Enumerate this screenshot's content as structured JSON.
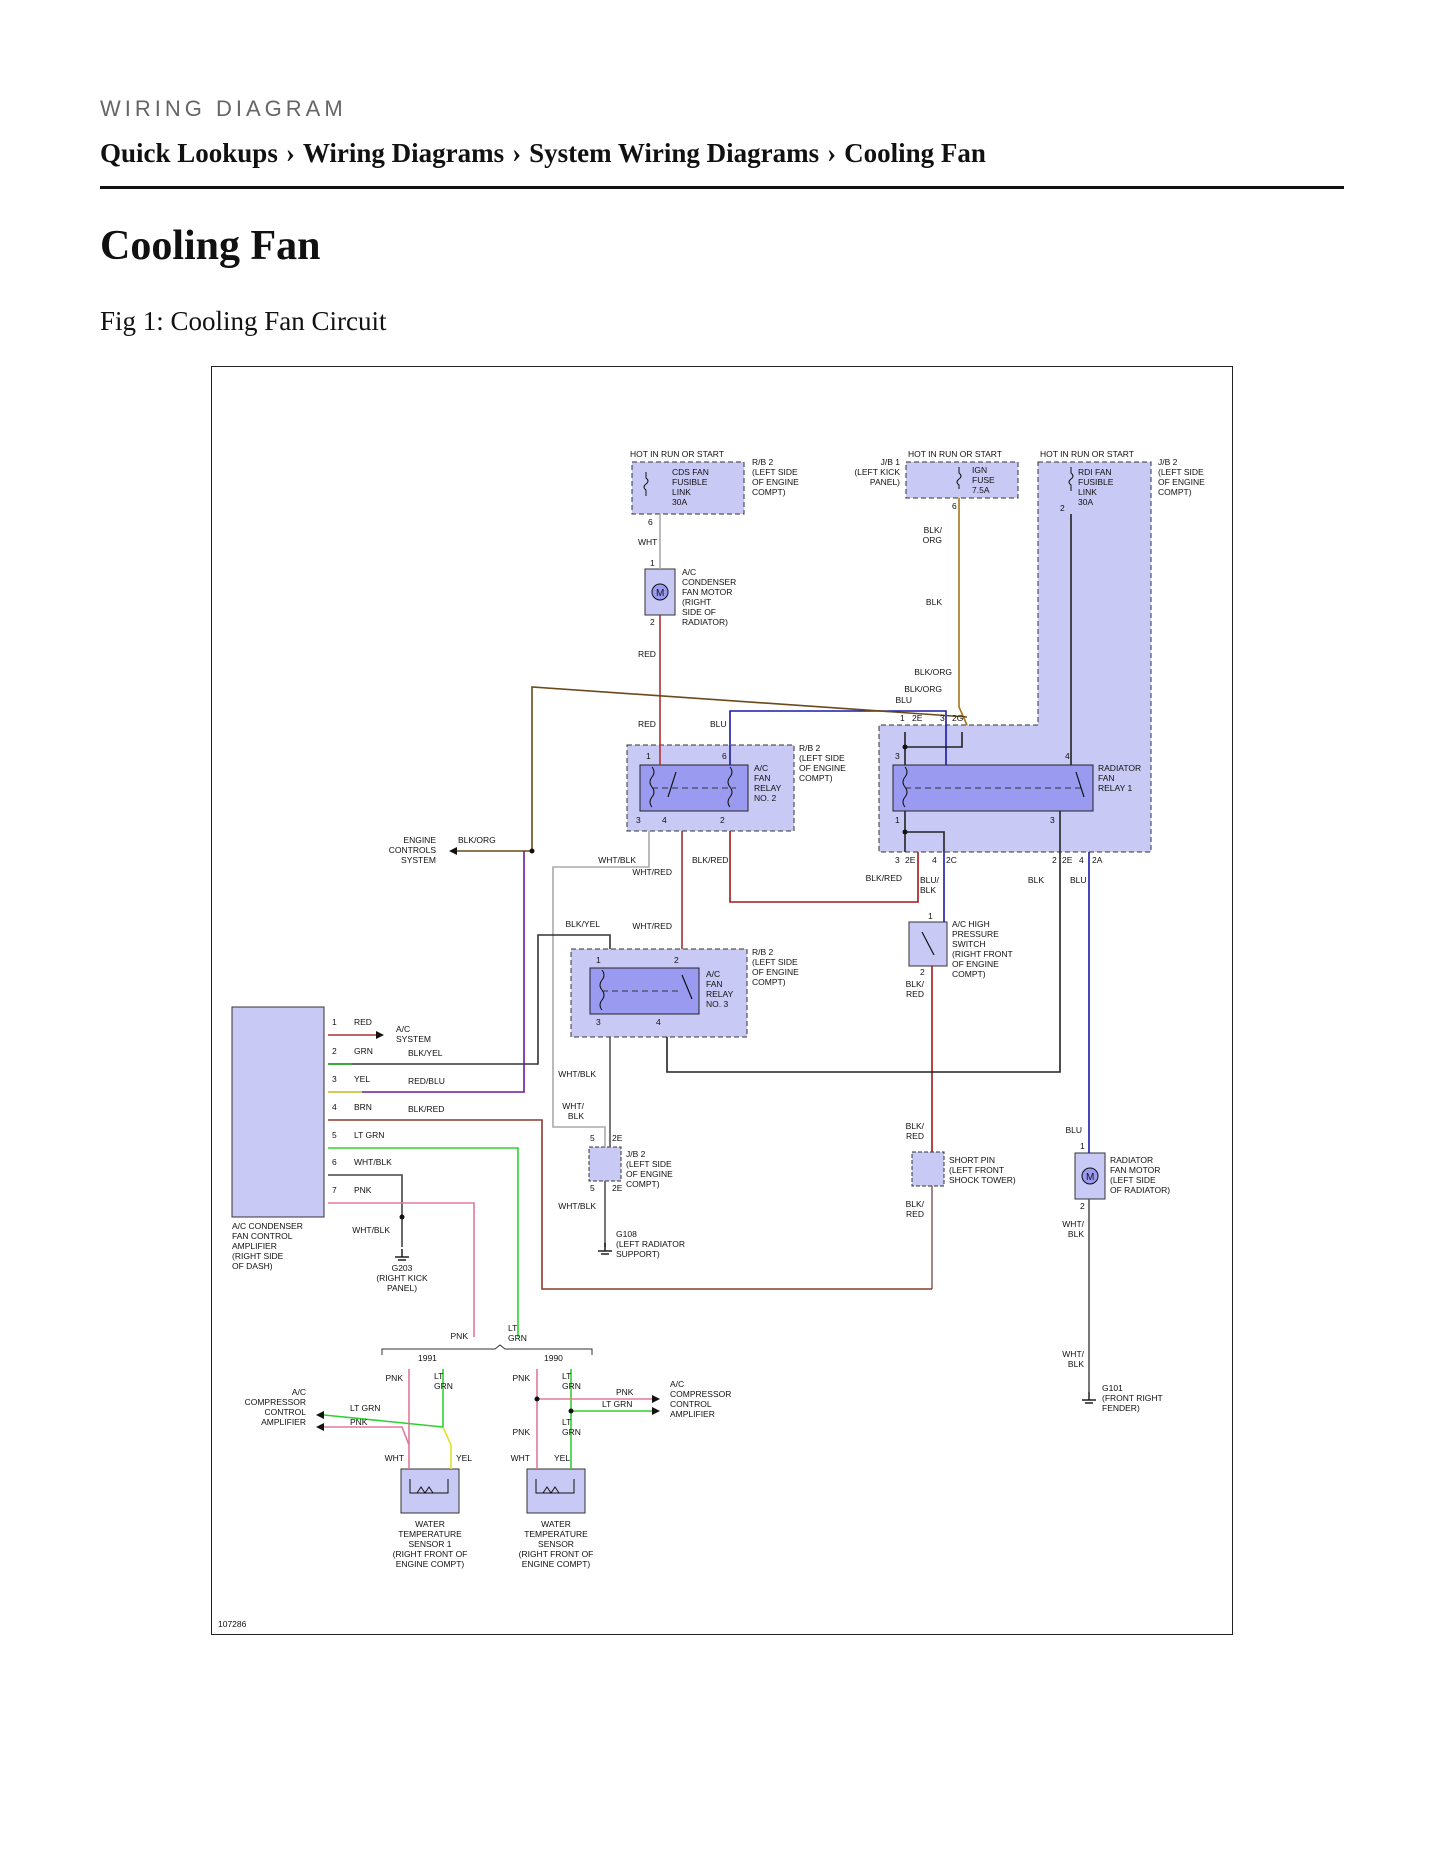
{
  "header": {
    "kicker": "WIRING DIAGRAM",
    "breadcrumb": [
      "Quick Lookups",
      "Wiring Diagrams",
      "System Wiring Diagrams",
      "Cooling Fan"
    ],
    "separator": "›",
    "page_title": "Cooling Fan",
    "figure_caption": "Fig 1: Cooling Fan Circuit"
  },
  "diagram": {
    "figure_number": "107286",
    "components": {
      "cds_fuse": {
        "hot": "HOT IN RUN OR START",
        "lines": [
          "CDS FAN",
          "FUSIBLE",
          "LINK",
          "30A"
        ],
        "pin": "6",
        "loc": [
          "R/B 2",
          "(LEFT SIDE",
          "OF ENGINE",
          "COMPT)"
        ]
      },
      "ign_fuse": {
        "hot": "HOT IN RUN OR START",
        "lines": [
          "IGN",
          "FUSE",
          "7.5A"
        ],
        "pin": "6",
        "loc": [
          "J/B 1",
          "(LEFT KICK",
          "PANEL)"
        ]
      },
      "rdi_fuse": {
        "hot": "HOT IN RUN OR START",
        "lines": [
          "RDI FAN",
          "FUSIBLE",
          "LINK",
          "30A"
        ],
        "pin": "2",
        "loc": [
          "J/B 2",
          "(LEFT SIDE",
          "OF ENGINE",
          "COMPT)"
        ]
      },
      "ac_cond_motor": {
        "lines": [
          "A/C",
          "CONDENSER",
          "FAN MOTOR",
          "(RIGHT",
          "SIDE OF",
          "RADIATOR)"
        ],
        "pin_top": "1",
        "pin_bottom": "2"
      },
      "relay2": {
        "lines": [
          "A/C",
          "FAN",
          "RELAY",
          "NO. 2"
        ],
        "loc": [
          "R/B 2",
          "(LEFT SIDE",
          "OF ENGINE",
          "COMPT)"
        ],
        "pins": [
          "1",
          "6",
          "3",
          "4",
          "2"
        ]
      },
      "relay1": {
        "lines": [
          "RADIATOR",
          "FAN",
          "RELAY 1"
        ],
        "pins": [
          "1",
          "2E",
          "3",
          "2G",
          "3",
          "4",
          "1",
          "3"
        ]
      },
      "relay3": {
        "lines": [
          "A/C",
          "FAN",
          "RELAY",
          "NO. 3"
        ],
        "loc": [
          "R/B 2",
          "(LEFT SIDE",
          "OF ENGINE",
          "COMPT)"
        ],
        "pins": [
          "1",
          "2",
          "3",
          "4"
        ]
      },
      "engine_controls": {
        "lines": [
          "ENGINE",
          "CONTROLS",
          "SYSTEM"
        ]
      },
      "ac_hp_switch": {
        "lines": [
          "A/C HIGH",
          "PRESSURE",
          "SWITCH",
          "(RIGHT FRONT",
          "OF ENGINE",
          "COMPT)"
        ],
        "pin_top": "1",
        "pin_bottom": "2"
      },
      "short_pin": {
        "lines": [
          "SHORT PIN",
          "(LEFT FRONT",
          "SHOCK TOWER)"
        ]
      },
      "rad_fan_motor": {
        "lines": [
          "RADIATOR",
          "FAN MOTOR",
          "(LEFT SIDE",
          "OF RADIATOR)"
        ],
        "pin_top": "1",
        "pin_bottom": "2"
      },
      "jb2_connector": {
        "lines": [
          "J/B 2",
          "(LEFT SIDE",
          "OF ENGINE",
          "COMPT)"
        ],
        "pins": [
          "5",
          "2E",
          "5",
          "2E"
        ]
      },
      "g108": {
        "lines": [
          "G108",
          "(LEFT RADIATOR",
          "SUPPORT)"
        ]
      },
      "g203": {
        "lines": [
          "G203",
          "(RIGHT KICK",
          "PANEL)"
        ]
      },
      "g101": {
        "lines": [
          "G101",
          "(FRONT RIGHT",
          "FENDER)"
        ]
      },
      "amplifier": {
        "lines": [
          "A/C CONDENSER",
          "FAN CONTROL",
          "AMPLIFIER",
          "(RIGHT SIDE",
          "OF DASH)"
        ]
      },
      "ac_system": {
        "lines": [
          "A/C",
          "SYSTEM"
        ]
      },
      "comp_amp_left": {
        "lines": [
          "A/C",
          "COMPRESSOR",
          "CONTROL",
          "AMPLIFIER"
        ]
      },
      "comp_amp_right": {
        "lines": [
          "A/C",
          "COMPRESSOR",
          "CONTROL",
          "AMPLIFIER"
        ]
      },
      "wts1": {
        "lines": [
          "WATER",
          "TEMPERATURE",
          "SENSOR 1",
          "(RIGHT FRONT OF",
          "ENGINE COMPT)"
        ]
      },
      "wts": {
        "lines": [
          "WATER",
          "TEMPERATURE",
          "SENSOR",
          "(RIGHT FRONT OF",
          "ENGINE COMPT)"
        ]
      }
    },
    "amp_pins": [
      {
        "pin": "1",
        "color": "RED",
        "to": ""
      },
      {
        "pin": "2",
        "color": "GRN",
        "to": "BLK/YEL"
      },
      {
        "pin": "3",
        "color": "YEL",
        "to": "RED/BLU"
      },
      {
        "pin": "4",
        "color": "BRN",
        "to": "BLK/RED"
      },
      {
        "pin": "5",
        "color": "LT GRN",
        "to": ""
      },
      {
        "pin": "6",
        "color": "WHT/BLK",
        "to": ""
      },
      {
        "pin": "7",
        "color": "PNK",
        "to": ""
      }
    ],
    "wire_labels": {
      "wht": "WHT",
      "red": "RED",
      "blu": "BLU",
      "blk_org": "BLK/ORG",
      "blk": "BLK",
      "blk_org_split": [
        "BLK/",
        "ORG"
      ],
      "wht_blk": "WHT/BLK",
      "blk_red": "BLK/RED",
      "wht_red": "WHT/RED",
      "blk_yel": "BLK/YEL",
      "blu_blk": [
        "BLU/",
        "BLK"
      ],
      "blk_red_split": [
        "BLK/",
        "RED"
      ],
      "wht_blk_split": [
        "WHT/",
        "BLK"
      ],
      "lt_grn": "LT GRN",
      "lt_grn_split": [
        "LT",
        "GRN"
      ],
      "pnk": "PNK",
      "yel": "YEL"
    },
    "years": [
      "1991",
      "1990"
    ]
  }
}
